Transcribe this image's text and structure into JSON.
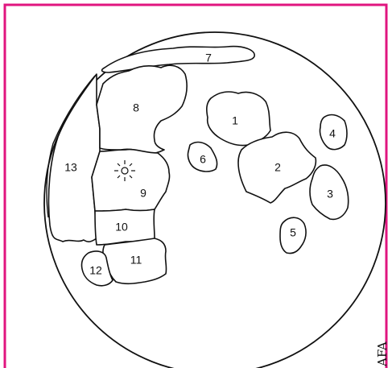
{
  "figure": {
    "frame_color": "#e0157f",
    "ink_color": "#111111",
    "credit": "AFA"
  },
  "regions": [
    {
      "id": "1",
      "label": "1"
    },
    {
      "id": "2",
      "label": "2"
    },
    {
      "id": "3",
      "label": "3"
    },
    {
      "id": "4",
      "label": "4"
    },
    {
      "id": "5",
      "label": "5"
    },
    {
      "id": "6",
      "label": "6"
    },
    {
      "id": "7",
      "label": "7"
    },
    {
      "id": "8",
      "label": "8"
    },
    {
      "id": "9",
      "label": "9"
    },
    {
      "id": "10",
      "label": "10"
    },
    {
      "id": "11",
      "label": "11"
    },
    {
      "id": "12",
      "label": "12"
    },
    {
      "id": "13",
      "label": "13"
    }
  ]
}
